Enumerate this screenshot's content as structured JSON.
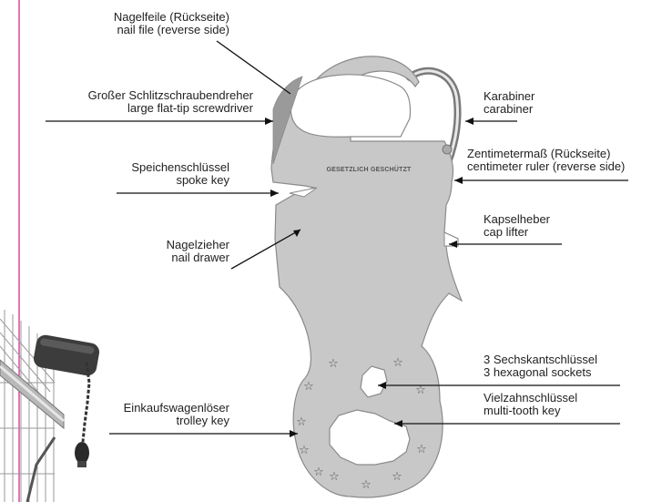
{
  "colors": {
    "margin_line": "#d01a8c",
    "tool_fill": "#c8c8c8",
    "tool_stroke": "#8a8a8a",
    "leader": "#111111"
  },
  "tool": {
    "stamp": "GESETZLICH GESCHÜTZT"
  },
  "labels": {
    "nail_file": {
      "de": "Nagelfeile (Rückseite)",
      "en": "nail file (reverse side)"
    },
    "screwdriver": {
      "de": "Großer Schlitzschraubendreher",
      "en": "large flat-tip screwdriver"
    },
    "spoke_key": {
      "de": "Speichenschlüssel",
      "en": "spoke key"
    },
    "nail_drawer": {
      "de": "Nagelzieher",
      "en": "nail drawer"
    },
    "trolley_key": {
      "de": "Einkaufswagenlöser",
      "en": "trolley key"
    },
    "carabiner": {
      "de": "Karabiner",
      "en": "carabiner"
    },
    "ruler": {
      "de": "Zentimetermaß (Rückseite)",
      "en": "centimeter ruler (reverse side)"
    },
    "cap_lifter": {
      "de": "Kapselheber",
      "en": "cap lifter"
    },
    "hex_sockets": {
      "de": "3 Sechskantschlüssel",
      "en": "3 hexagonal sockets"
    },
    "multi_tooth": {
      "de": "Vielzahnschlüssel",
      "en": "multi-tooth key"
    }
  }
}
